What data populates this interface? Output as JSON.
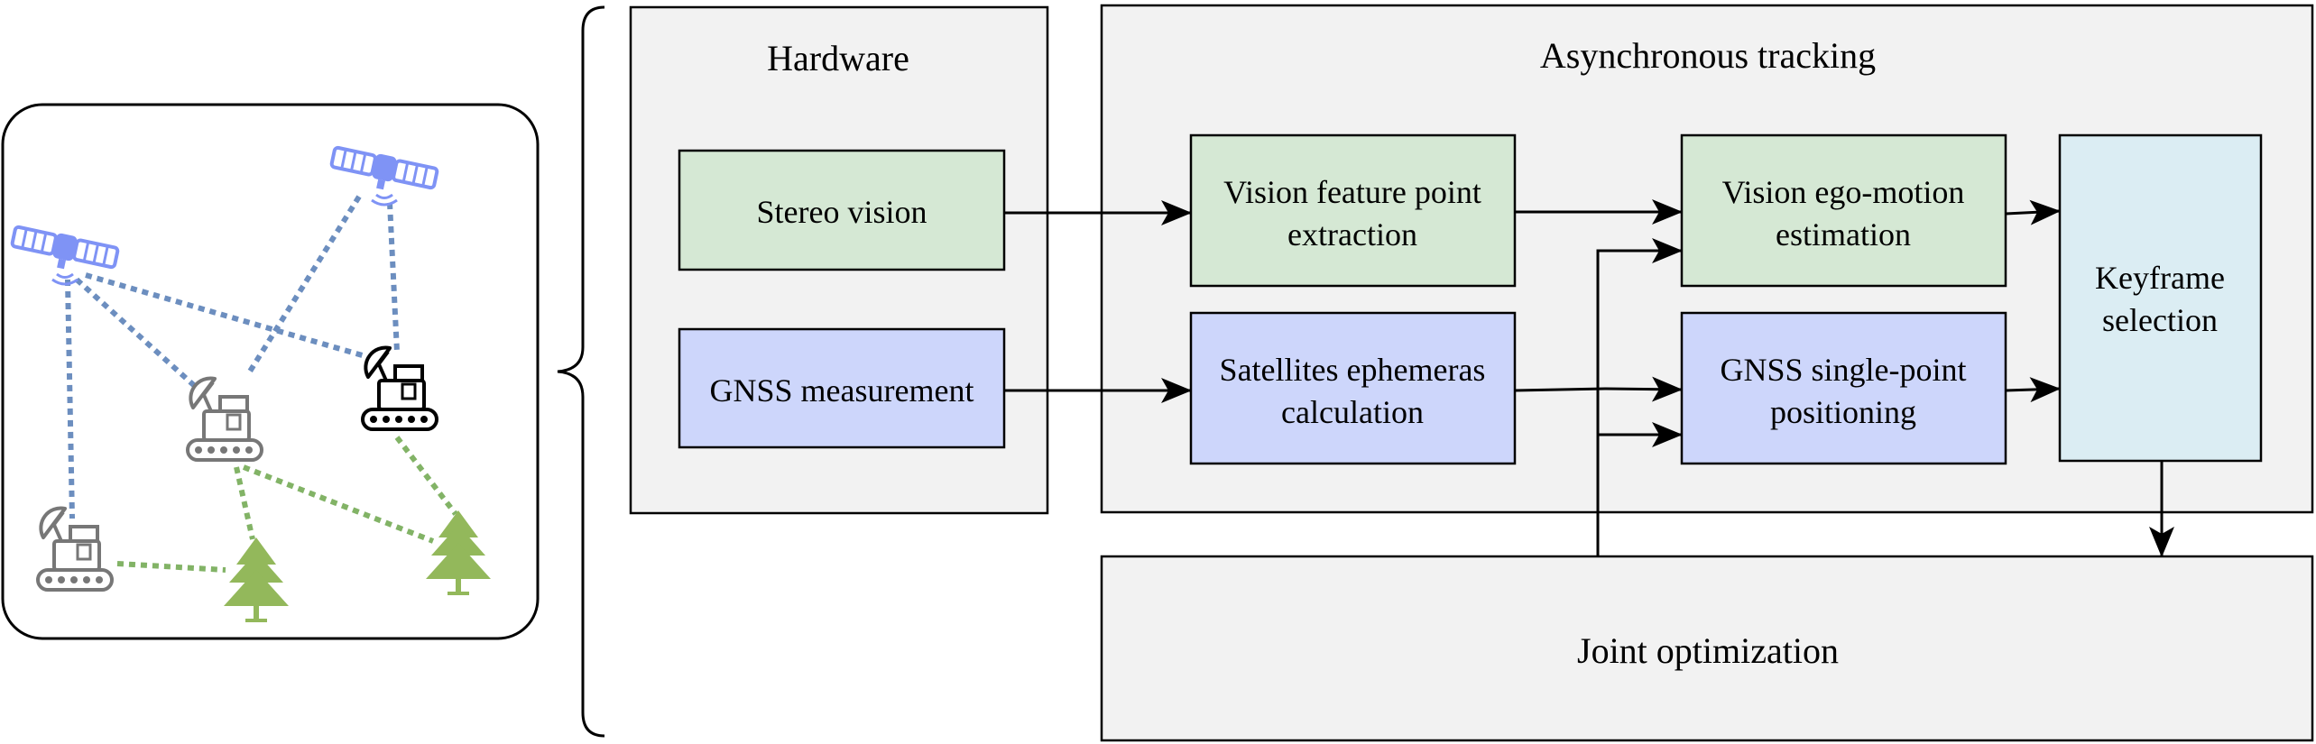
{
  "colors": {
    "green_fill": "#d5e8d4",
    "blue_fill": "#cdd6fb",
    "cyan_fill": "#dbedf3",
    "panel_fill": "#f2f2f2",
    "satellite": "#7f93f5",
    "tree": "#93b85b",
    "rover_gray": "#777777",
    "rover_dark": "#000000",
    "link_blue": "#6c8ebf",
    "link_green": "#82b366"
  },
  "icons": [
    "satellite-icon",
    "rover-icon",
    "tree-icon",
    "curly-brace-icon",
    "arrow-icon"
  ],
  "hardware": {
    "title": "Hardware",
    "stereo": "Stereo vision",
    "gnss": "GNSS measurement"
  },
  "tracking": {
    "title": "Asynchronous tracking",
    "feature_line1": "Vision feature point",
    "feature_line2": "extraction",
    "egomotion_line1": "Vision ego-motion",
    "egomotion_line2": "estimation",
    "ephemeris_line1": "Satellites ephemeras",
    "ephemeris_line2": "calculation",
    "spp_line1": "GNSS single-point",
    "spp_line2": "positioning",
    "keyframe_line1": "Keyframe",
    "keyframe_line2": "selection"
  },
  "optimization": {
    "title": "Joint optimization"
  }
}
